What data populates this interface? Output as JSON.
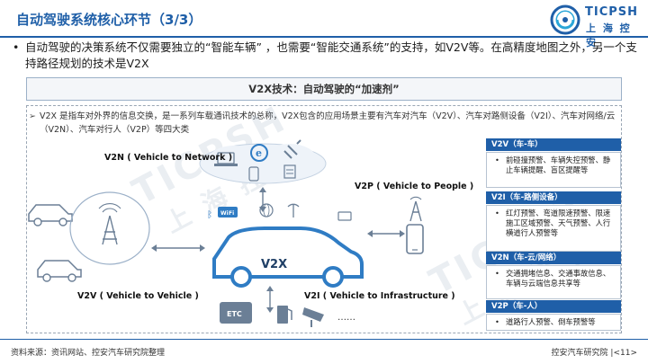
{
  "header": {
    "title": "自动驾驶系统核心环节（3/3）",
    "logo_name": "TICPSH",
    "logo_sub": "上 海 控 安"
  },
  "bullet": {
    "marker": "•",
    "text": "自动驾驶的决策系统不仅需要独立的“智能车辆” ，也需要“智能交通系统”的支持，如V2V等。在高精度地图之外，另一个支持路径规划的技术是V2X"
  },
  "v2x": {
    "header": "V2X技术：自动驾驶的“加速剂”",
    "marker": "➢",
    "description": "V2X 是指车对外界的信息交换，是一系列车载通讯技术的总称，V2X包含的应用场景主要有汽车对汽车（V2V）、汽车对路侧设备（V2I）、汽车对网络/云（V2N）、汽车对行人（V2P）等四大类"
  },
  "diagram": {
    "center_label": "V2X",
    "v2n_label": "V2N ( Vehicle to Network )",
    "v2p_label": "V2P ( Vehicle to People )",
    "v2v_label": "V2V ( Vehicle to Vehicle )",
    "v2i_label": "V2I ( Vehicle to Infrastructure )",
    "etc_label": "ETC",
    "ellipsis": "……",
    "wifi_label": "Wi",
    "wifi_label2": "Fi"
  },
  "cards": [
    {
      "title": "V2V（车-车）",
      "items": [
        "前碰撞预警、车辆失控预警、静止车辆提醒、盲区提醒等"
      ]
    },
    {
      "title": "V2I（车-路侧设备）",
      "items": [
        "红灯预警、弯道限速预警、限速施工区域预警、天气预警、人行横道行人预警等"
      ]
    },
    {
      "title": "V2N（车-云/网络）",
      "items": [
        "交通拥堵信息、交通事故信息、车辆与云端信息共享等"
      ]
    },
    {
      "title": "V2P（车-人）",
      "items": [
        "道路行人预警、倒车预警等"
      ]
    }
  ],
  "footer": {
    "source": "资料来源：资讯网站、控安汽车研究院整理",
    "org": "控安汽车研究院",
    "page": "11",
    "page_prefix": "|<",
    "page_suffix": ">"
  },
  "watermark": {
    "text1": "TICPSH",
    "text2": "上 海 控 安"
  },
  "colors": {
    "brand": "#1f5fa8",
    "accent_light": "#d9e6f4",
    "line": "#6b7f96"
  }
}
